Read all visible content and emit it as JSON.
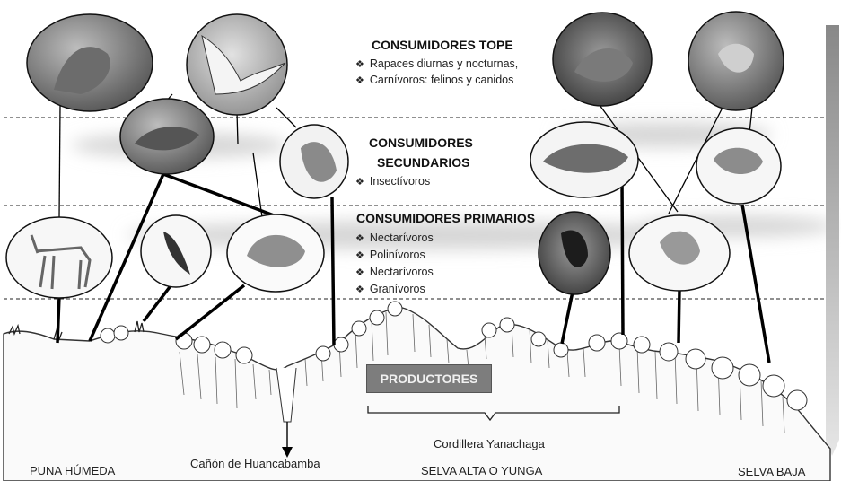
{
  "levels": {
    "top": {
      "title": "CONSUMIDORES TOPE",
      "items": [
        "Rapaces diurnas y nocturnas,",
        "Carnívoros:  felinos y canidos"
      ]
    },
    "secondary": {
      "title_line1": "CONSUMIDORES",
      "title_line2": "SECUNDARIOS",
      "items": [
        "Insectívoros"
      ]
    },
    "primary": {
      "title": "CONSUMIDORES PRIMARIOS",
      "items": [
        "Nectarívoros",
        "Polinívoros",
        "Nectarívoros",
        "Granívoros"
      ]
    }
  },
  "producers_label": "PRODUCTORES",
  "bullet_symbol": "❖",
  "zones": {
    "puna": "PUNA HÚMEDA",
    "canyon": "Cañón de Huancabamba",
    "cordillera": "Cordillera Yanachaga",
    "selva_alta": "SELVA ALTA O YUNGA",
    "selva_baja": "SELVA BAJA"
  },
  "animal_icons": [
    "puma-icon",
    "hawk-icon",
    "fox-icon",
    "thrush-icon",
    "deer-icon",
    "swallow-icon",
    "rodent-icon",
    "jaguar-icon",
    "owl-icon",
    "opossum-icon",
    "mouse-icon",
    "tanager-icon",
    "monkey-icon"
  ],
  "colors": {
    "producers_box": "#7d7d7d",
    "band_shadow": "#d9d9d9",
    "gradient_bar": "#9a9a9a",
    "links": "#000000"
  }
}
